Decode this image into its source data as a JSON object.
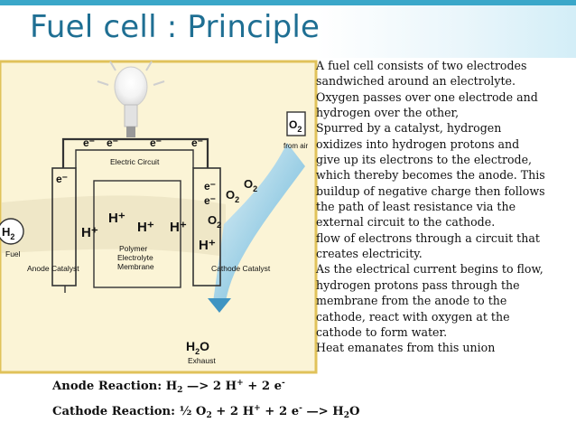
{
  "slide": {
    "title": "Fuel cell : Principle"
  },
  "body": {
    "lines": [
      " A fuel cell consists of two electrodes",
      "sandwiched around an  electrolyte.",
      "Oxygen passes over one electrode and",
      "hydrogen over the other,",
      "Spurred by a catalyst, hydrogen",
      "oxidizes into hydrogen protons and",
      "give up its electrons to the  electrode,",
      "which thereby becomes the anode. This",
      "buildup of negative charge then follows",
      "the path of least resistance via the",
      "external circuit to the cathode.",
      "flow of electrons through a circuit that",
      "creates electricity.",
      "As the electrical current begins to flow,",
      "hydrogen protons pass through the",
      "membrane from the anode to the",
      "cathode, react with oxygen at the",
      "cathode to form water.",
      "Heat emanates from this union"
    ]
  },
  "reactions": {
    "anode_label": "Anode Reaction:",
    "cathode_label": "Cathode Reaction:"
  },
  "diagram": {
    "electron_label": "e⁻",
    "circuit_label": "Electric Circuit",
    "h2_label": "H",
    "h2_sub": "2",
    "fuel_label": "Fuel",
    "anode_catalyst_label": "Anode Catalyst",
    "cathode_catalyst_label": "Cathode Catalyst",
    "membrane_line1": "Polymer",
    "membrane_line2": "Electrolyte",
    "membrane_line3": "Membrane",
    "proton_label": "H⁺",
    "o2_label": "O",
    "o2_sub": "2",
    "from_air_label": "from air",
    "h2o_label": "H",
    "h2o_sub": "2",
    "h2o_o": "O",
    "exhaust_label": "Exhaust",
    "colors": {
      "background": "#fbf4d6",
      "frame": "#e0c25a",
      "wire": "#333333",
      "air_stream": "#4aa8d6",
      "fuel_stream": "#ece4c4"
    }
  }
}
